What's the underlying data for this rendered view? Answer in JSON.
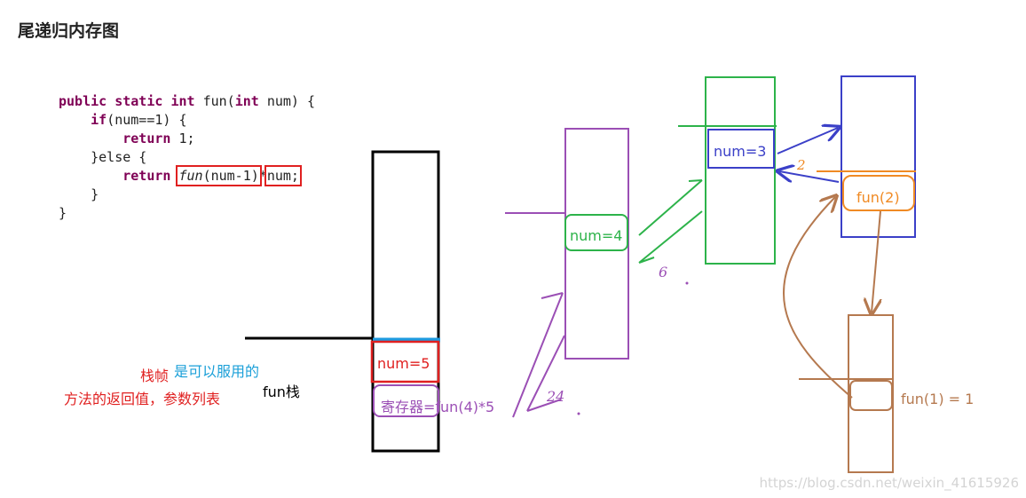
{
  "title": "尾递归内存图",
  "code": {
    "kw_public": "public",
    "kw_static": "static",
    "kw_int": "int",
    "name": "fun",
    "param_open": "(",
    "param_int": "int",
    "param_rest": "num) {",
    "kw_if": "if",
    "if_cond": "(num==1) {",
    "kw_return1": "return",
    "ret1_val": "1;",
    "else_line": "}else {",
    "kw_return2": "return",
    "call_fun": "fun",
    "call_arg": "(num-1)",
    "times": "*",
    "num_ref": "num",
    "semi": ";",
    "close_inner": "}",
    "close_outer": "}"
  },
  "labels": {
    "num5": "num=5",
    "register": "寄存器=fun(4)*5",
    "num4": "num=4",
    "num3": "num=3",
    "fun2": "fun(2)",
    "fun1": "fun(1) = 1",
    "stack_frame": "栈帧",
    "reusable": "是可以服用的",
    "method_info": "方法的返回值，参数列表",
    "fun_stack": "fun栈"
  },
  "annotations": {
    "handwritten_6": "6",
    "handwritten_24": "24",
    "handwritten_2": "2"
  },
  "watermark": "https://blog.csdn.net/weixin_41615926",
  "colors": {
    "black": "#000000",
    "red": "#e02020",
    "blue_bar": "#1e9be0",
    "purple": "#9b4fb5",
    "green": "#2db34a",
    "indigo": "#3b40c8",
    "orange": "#f08a24",
    "brown": "#b5794f",
    "blue_text": "#1a9fd8"
  }
}
